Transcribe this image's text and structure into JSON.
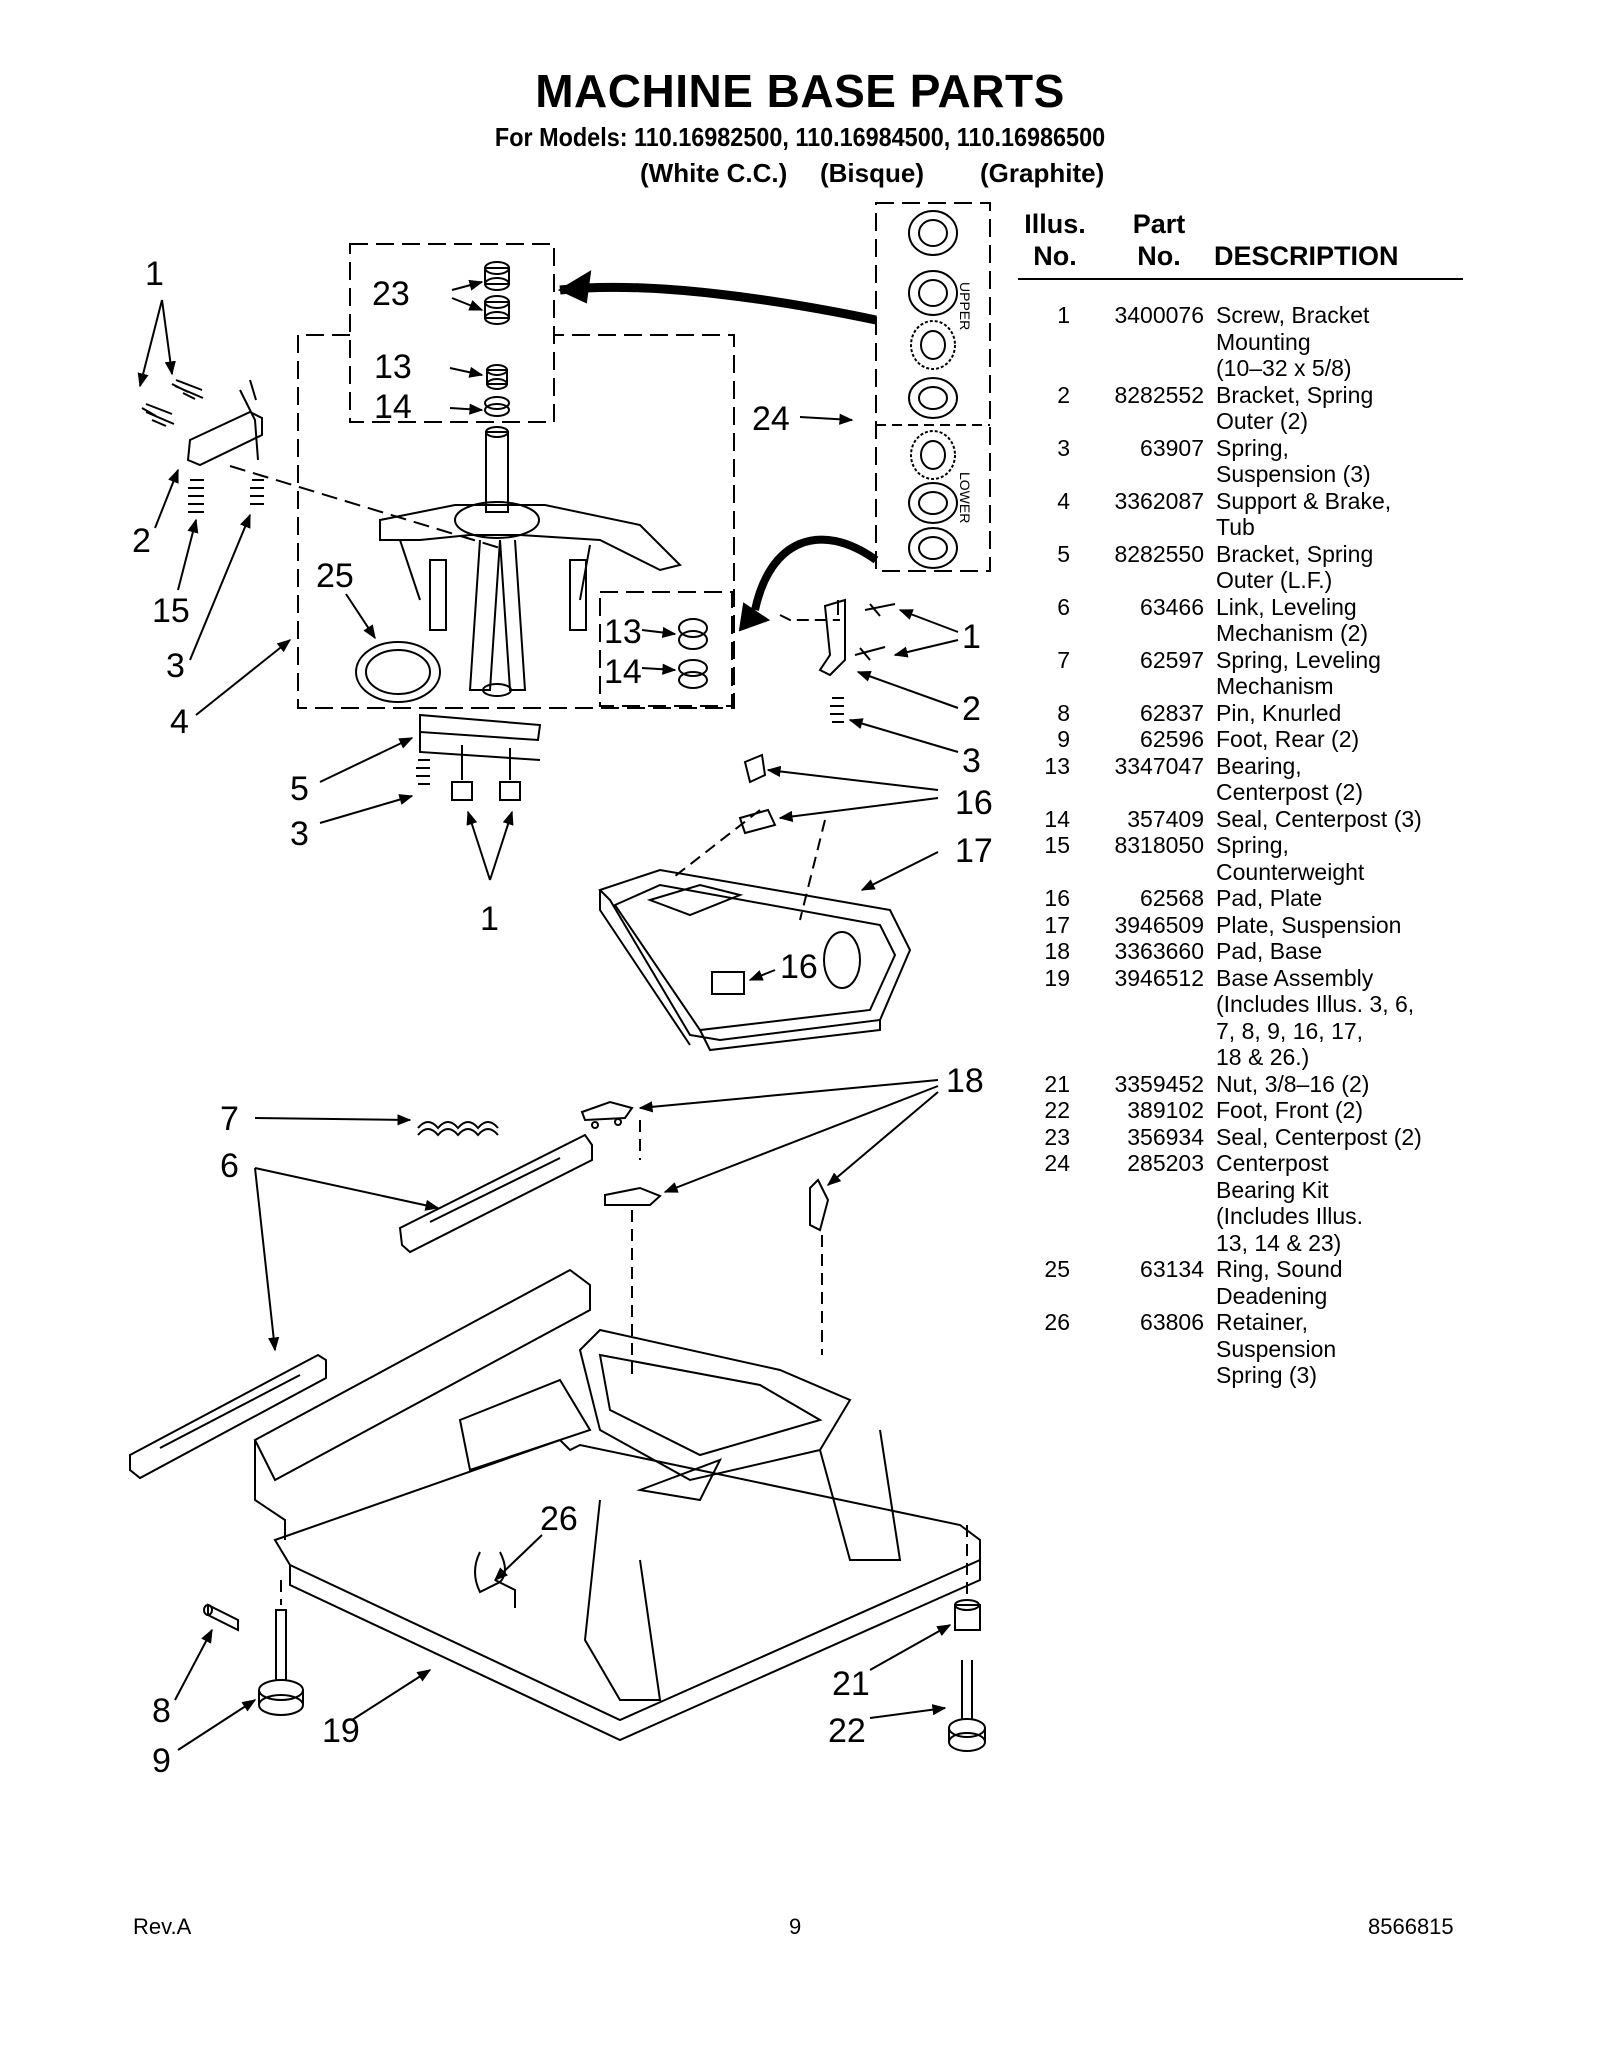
{
  "header": {
    "title": "MACHINE BASE PARTS",
    "models": "For Models: 110.16982500, 110.16984500, 110.16986500",
    "variants": [
      "(White C.C.)",
      "(Bisque)",
      "(Graphite)"
    ]
  },
  "kit_labels": {
    "upper": "UPPER",
    "lower": "LOWER"
  },
  "callouts": [
    {
      "id": "c1a",
      "text": "1"
    },
    {
      "id": "c23",
      "text": "23"
    },
    {
      "id": "c13a",
      "text": "13"
    },
    {
      "id": "c14a",
      "text": "14"
    },
    {
      "id": "c24",
      "text": "24"
    },
    {
      "id": "c2a",
      "text": "2"
    },
    {
      "id": "c15",
      "text": "15"
    },
    {
      "id": "c3a",
      "text": "3"
    },
    {
      "id": "c4",
      "text": "4"
    },
    {
      "id": "c25",
      "text": "25"
    },
    {
      "id": "c13b",
      "text": "13"
    },
    {
      "id": "c14b",
      "text": "14"
    },
    {
      "id": "c1b",
      "text": "1"
    },
    {
      "id": "c2b",
      "text": "2"
    },
    {
      "id": "c3b",
      "text": "3"
    },
    {
      "id": "c5",
      "text": "5"
    },
    {
      "id": "c3c",
      "text": "3"
    },
    {
      "id": "c1c",
      "text": "1"
    },
    {
      "id": "c16a",
      "text": "16"
    },
    {
      "id": "c17",
      "text": "17"
    },
    {
      "id": "c16b",
      "text": "16"
    },
    {
      "id": "c18",
      "text": "18"
    },
    {
      "id": "c7",
      "text": "7"
    },
    {
      "id": "c6",
      "text": "6"
    },
    {
      "id": "c26",
      "text": "26"
    },
    {
      "id": "c8",
      "text": "8"
    },
    {
      "id": "c9",
      "text": "9"
    },
    {
      "id": "c19",
      "text": "19"
    },
    {
      "id": "c21",
      "text": "21"
    },
    {
      "id": "c22",
      "text": "22"
    }
  ],
  "parts_table": {
    "headers": {
      "illus_top": "Illus.",
      "illus_bottom": "No.",
      "part_top": "Part",
      "part_bottom": "No.",
      "description": "DESCRIPTION"
    },
    "rows": [
      {
        "illus": "1",
        "part": "3400076",
        "desc": "Screw, Bracket\nMounting\n(10–32 x 5/8)"
      },
      {
        "illus": "2",
        "part": "8282552",
        "desc": "Bracket, Spring\nOuter (2)"
      },
      {
        "illus": "3",
        "part": "63907",
        "desc": "Spring,\nSuspension (3)"
      },
      {
        "illus": "4",
        "part": "3362087",
        "desc": "Support & Brake,\nTub"
      },
      {
        "illus": "5",
        "part": "8282550",
        "desc": "Bracket, Spring\nOuter (L.F.)"
      },
      {
        "illus": "6",
        "part": "63466",
        "desc": "Link, Leveling\nMechanism (2)"
      },
      {
        "illus": "7",
        "part": "62597",
        "desc": "Spring, Leveling\nMechanism"
      },
      {
        "illus": "8",
        "part": "62837",
        "desc": "Pin, Knurled"
      },
      {
        "illus": "9",
        "part": "62596",
        "desc": "Foot, Rear (2)"
      },
      {
        "illus": "13",
        "part": "3347047",
        "desc": "Bearing,\nCenterpost (2)"
      },
      {
        "illus": "14",
        "part": "357409",
        "desc": "Seal, Centerpost (3)"
      },
      {
        "illus": "15",
        "part": "8318050",
        "desc": "Spring,\nCounterweight"
      },
      {
        "illus": "16",
        "part": "62568",
        "desc": "Pad, Plate"
      },
      {
        "illus": "17",
        "part": "3946509",
        "desc": "Plate, Suspension"
      },
      {
        "illus": "18",
        "part": "3363660",
        "desc": "Pad, Base"
      },
      {
        "illus": "19",
        "part": "3946512",
        "desc": "Base Assembly\n(Includes Illus. 3, 6,\n7, 8, 9, 16, 17,\n18 & 26.)"
      },
      {
        "illus": "21",
        "part": "3359452",
        "desc": "Nut, 3/8–16 (2)"
      },
      {
        "illus": "22",
        "part": "389102",
        "desc": "Foot, Front (2)"
      },
      {
        "illus": "23",
        "part": "356934",
        "desc": "Seal, Centerpost (2)"
      },
      {
        "illus": "24",
        "part": "285203",
        "desc": "Centerpost\nBearing Kit\n(Includes Illus.\n13, 14 & 23)"
      },
      {
        "illus": "25",
        "part": "63134",
        "desc": "Ring, Sound\nDeadening"
      },
      {
        "illus": "26",
        "part": "63806",
        "desc": "Retainer,\nSuspension\nSpring (3)"
      }
    ]
  },
  "footer": {
    "revision": "Rev.A",
    "page": "9",
    "doc_number": "8566815"
  }
}
